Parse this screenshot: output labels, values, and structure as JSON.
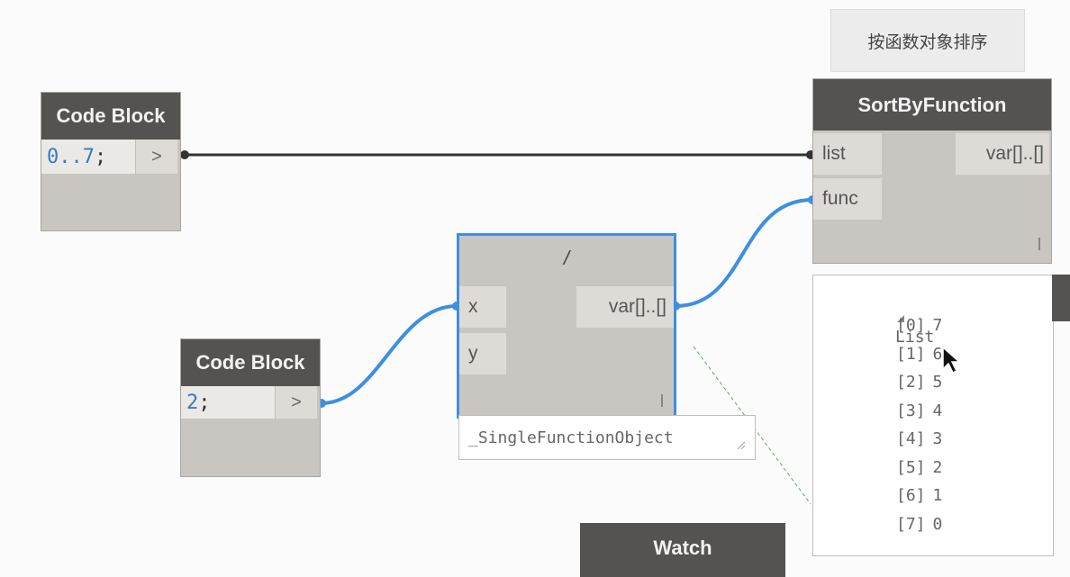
{
  "tooltip": {
    "text": "按函数对象排序"
  },
  "nodes": {
    "code_block_1": {
      "title": "Code Block",
      "code_number": "0..7",
      "code_semi": ";",
      "out_label": ">"
    },
    "code_block_2": {
      "title": "Code Block",
      "code_number": "2",
      "code_semi": ";",
      "out_label": ">"
    },
    "divide": {
      "title": "/",
      "inputs": [
        "x",
        "y"
      ],
      "output": "var[]..[]",
      "preview": "_SingleFunctionObject"
    },
    "sort_by_function": {
      "title": "SortByFunction",
      "inputs": [
        "list",
        "func"
      ],
      "output": "var[]..[]"
    },
    "watch": {
      "title": "Watch"
    }
  },
  "watch_output": {
    "root": "List",
    "items": [
      {
        "index": "[0]",
        "value": "7"
      },
      {
        "index": "[1]",
        "value": "6"
      },
      {
        "index": "[2]",
        "value": "5"
      },
      {
        "index": "[3]",
        "value": "4"
      },
      {
        "index": "[4]",
        "value": "3"
      },
      {
        "index": "[5]",
        "value": "2"
      },
      {
        "index": "[6]",
        "value": "1"
      },
      {
        "index": "[7]",
        "value": "0"
      }
    ]
  },
  "icons": {
    "tree_toggle": "triangle-down-icon",
    "cursor": "mouse-pointer-icon",
    "resize": "resize-grip-icon"
  },
  "colors": {
    "header": "#555352",
    "node_body": "#c9c6c1",
    "selection": "#3d8fe0",
    "wire_blue": "#3d8fe0",
    "wire_dark": "#333333",
    "code_number": "#3a78c8"
  }
}
